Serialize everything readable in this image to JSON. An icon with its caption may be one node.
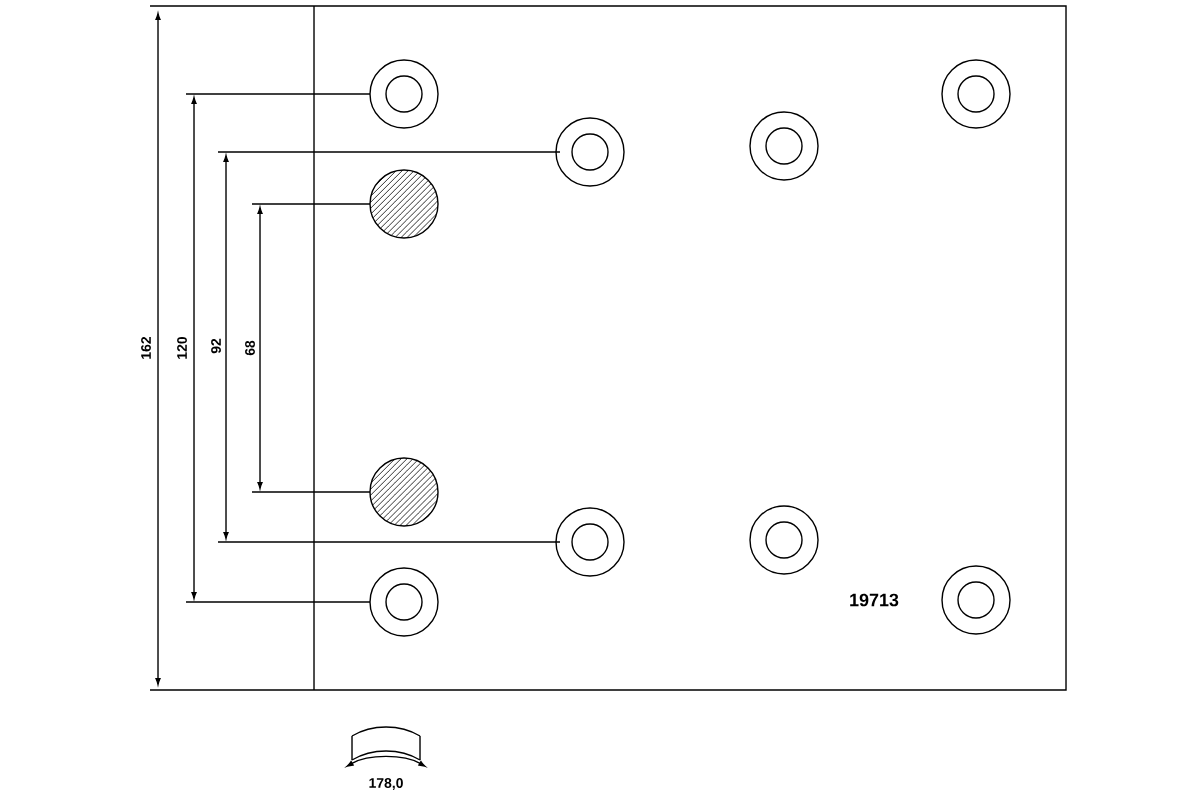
{
  "diagram": {
    "labels": [
      "162",
      "120",
      "92",
      "68",
      "19713",
      "178,0"
    ]
  }
}
